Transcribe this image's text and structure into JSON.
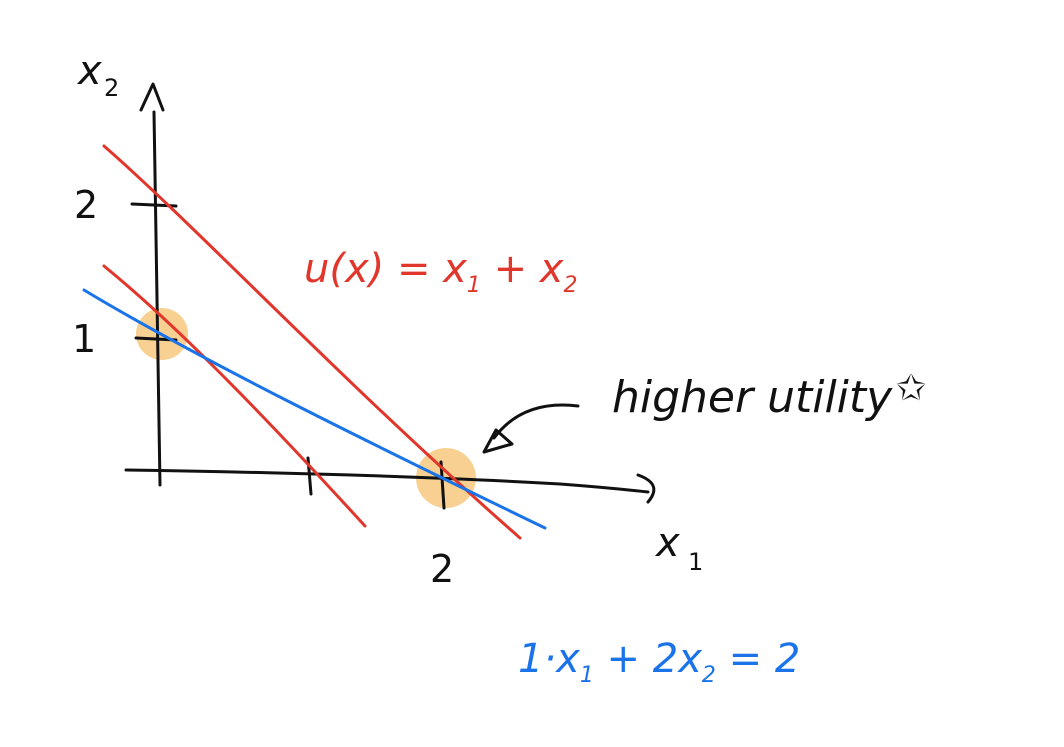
{
  "axes": {
    "y_label": "x",
    "y_label_sub": "2",
    "x_label": "x",
    "x_label_sub": "1",
    "y_ticks": [
      "2",
      "1"
    ],
    "x_ticks": [
      "2"
    ]
  },
  "equations": {
    "utility": "u(x) = x",
    "utility_sub1": "1",
    "utility_plus": " + x",
    "utility_sub2": "2",
    "budget": "1·x",
    "budget_sub1": "1",
    "budget_mid": " + 2x",
    "budget_sub2": "2",
    "budget_rhs": " = 2"
  },
  "annotation": {
    "text": "higher utility",
    "star": "✩"
  },
  "colors": {
    "ink": "#111111",
    "red": "#e1362b",
    "blue": "#1a73e8",
    "highlight": "#f7c97f"
  }
}
